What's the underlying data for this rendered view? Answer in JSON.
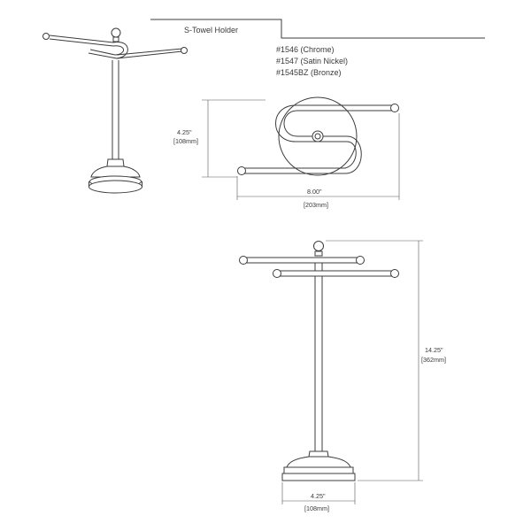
{
  "header": {
    "title": "S-Towel Holder",
    "models": [
      "#1546 (Chrome)",
      "#1547 (Satin Nickel)",
      "#1545BZ (Bronze)"
    ]
  },
  "top_view": {
    "depth_in": "4.25\"",
    "depth_mm": "[108mm]",
    "width_in": "8.00\"",
    "width_mm": "[203mm]"
  },
  "front_view": {
    "height_in": "14.25\"",
    "height_mm": "[362mm]",
    "base_in": "4.25\"",
    "base_mm": "[108mm]"
  },
  "colors": {
    "line": "#3c3c3c",
    "background": "#ffffff"
  }
}
